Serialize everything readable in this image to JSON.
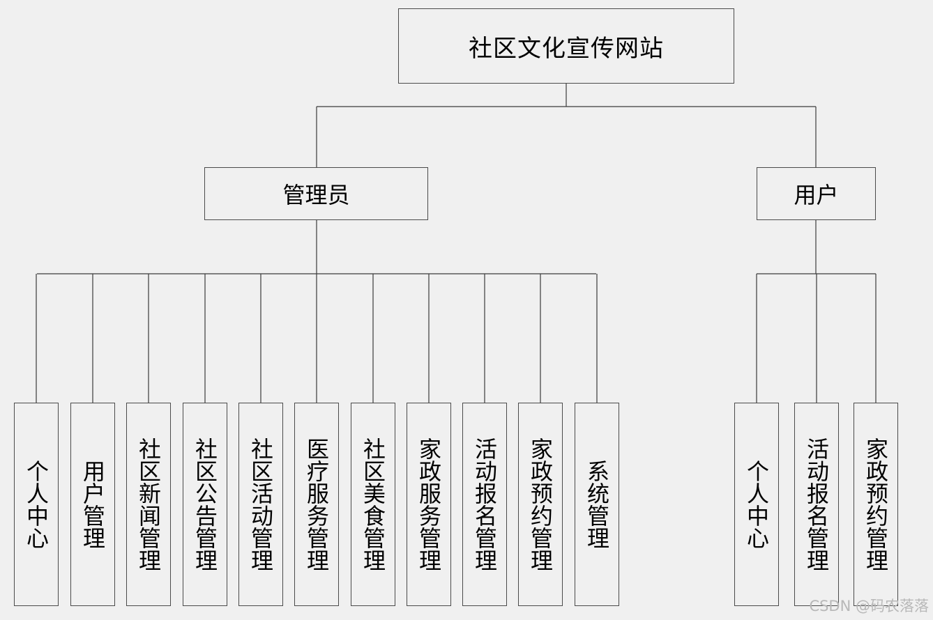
{
  "root": {
    "label": "社区文化宣传网站"
  },
  "admin": {
    "label": "管理员",
    "children": [
      "个人中心",
      "用户管理",
      "社区新闻管理",
      "社区公告管理",
      "社区活动管理",
      "医疗服务管理",
      "社区美食管理",
      "家政服务管理",
      "活动报名管理",
      "家政预约管理",
      "系统管理"
    ]
  },
  "user": {
    "label": "用户",
    "children": [
      "个人中心",
      "活动报名管理",
      "家政预约管理"
    ]
  },
  "watermark": "CSDN @码农落落"
}
